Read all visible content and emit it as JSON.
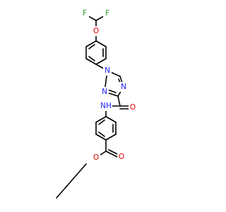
{
  "structure": {
    "atoms": [
      {
        "label": "F",
        "color": "#2e9e2e"
      },
      {
        "label": "F",
        "color": "#2e9e2e"
      },
      {
        "label": "O",
        "color": "#e00000"
      },
      {
        "label": "N",
        "color": "#1a1aff"
      },
      {
        "label": "N",
        "color": "#1a1aff"
      },
      {
        "label": "N",
        "color": "#1a1aff"
      },
      {
        "label": "O",
        "color": "#e00000"
      },
      {
        "label": "NH",
        "color": "#1a1aff"
      },
      {
        "label": "O",
        "color": "#e00000"
      },
      {
        "label": "O",
        "color": "#e00000"
      }
    ]
  }
}
